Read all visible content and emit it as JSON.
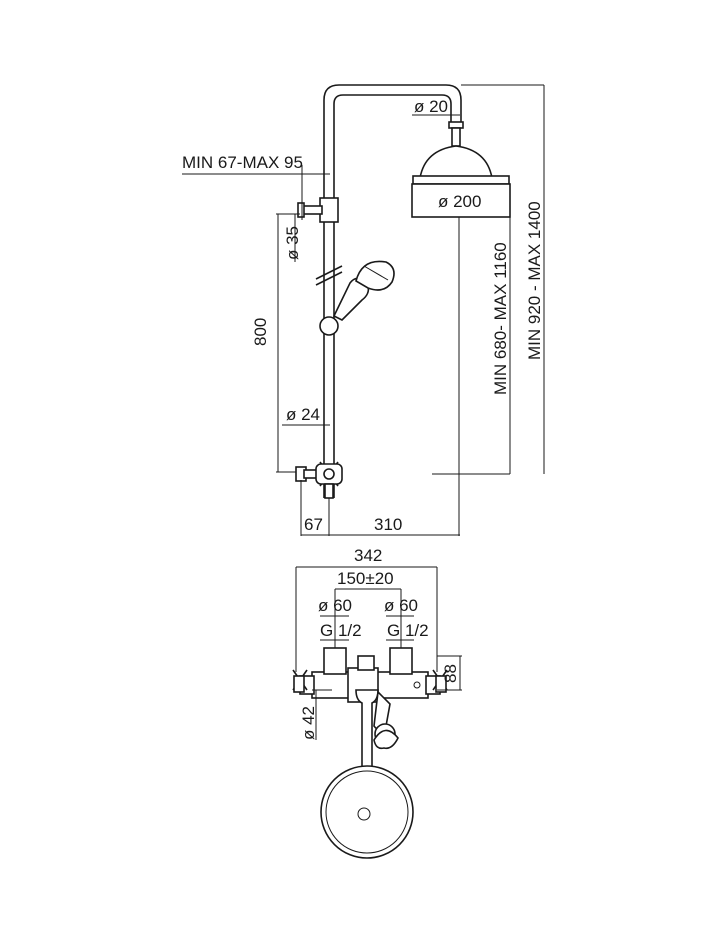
{
  "dimensions": {
    "pipe_diameter": "ø 20",
    "min_max_bracket": "MIN 67-MAX 95",
    "head_diameter": "ø 200",
    "bar_diameter": "ø 35",
    "height_800": "800",
    "column_diameter": "ø 24",
    "offset_67": "67",
    "reach_310": "310",
    "height_min_max_1": "MIN 680- MAX 1160",
    "height_min_max_2": "MIN 920 -  MAX 1400",
    "width_342": "342",
    "centers_150": "150±20",
    "flange_left": "ø 60",
    "flange_right": "ø 60",
    "thread_left": "G 1/2",
    "thread_right": "G 1/2",
    "depth_88": "88",
    "handle_diameter": "ø 42"
  }
}
